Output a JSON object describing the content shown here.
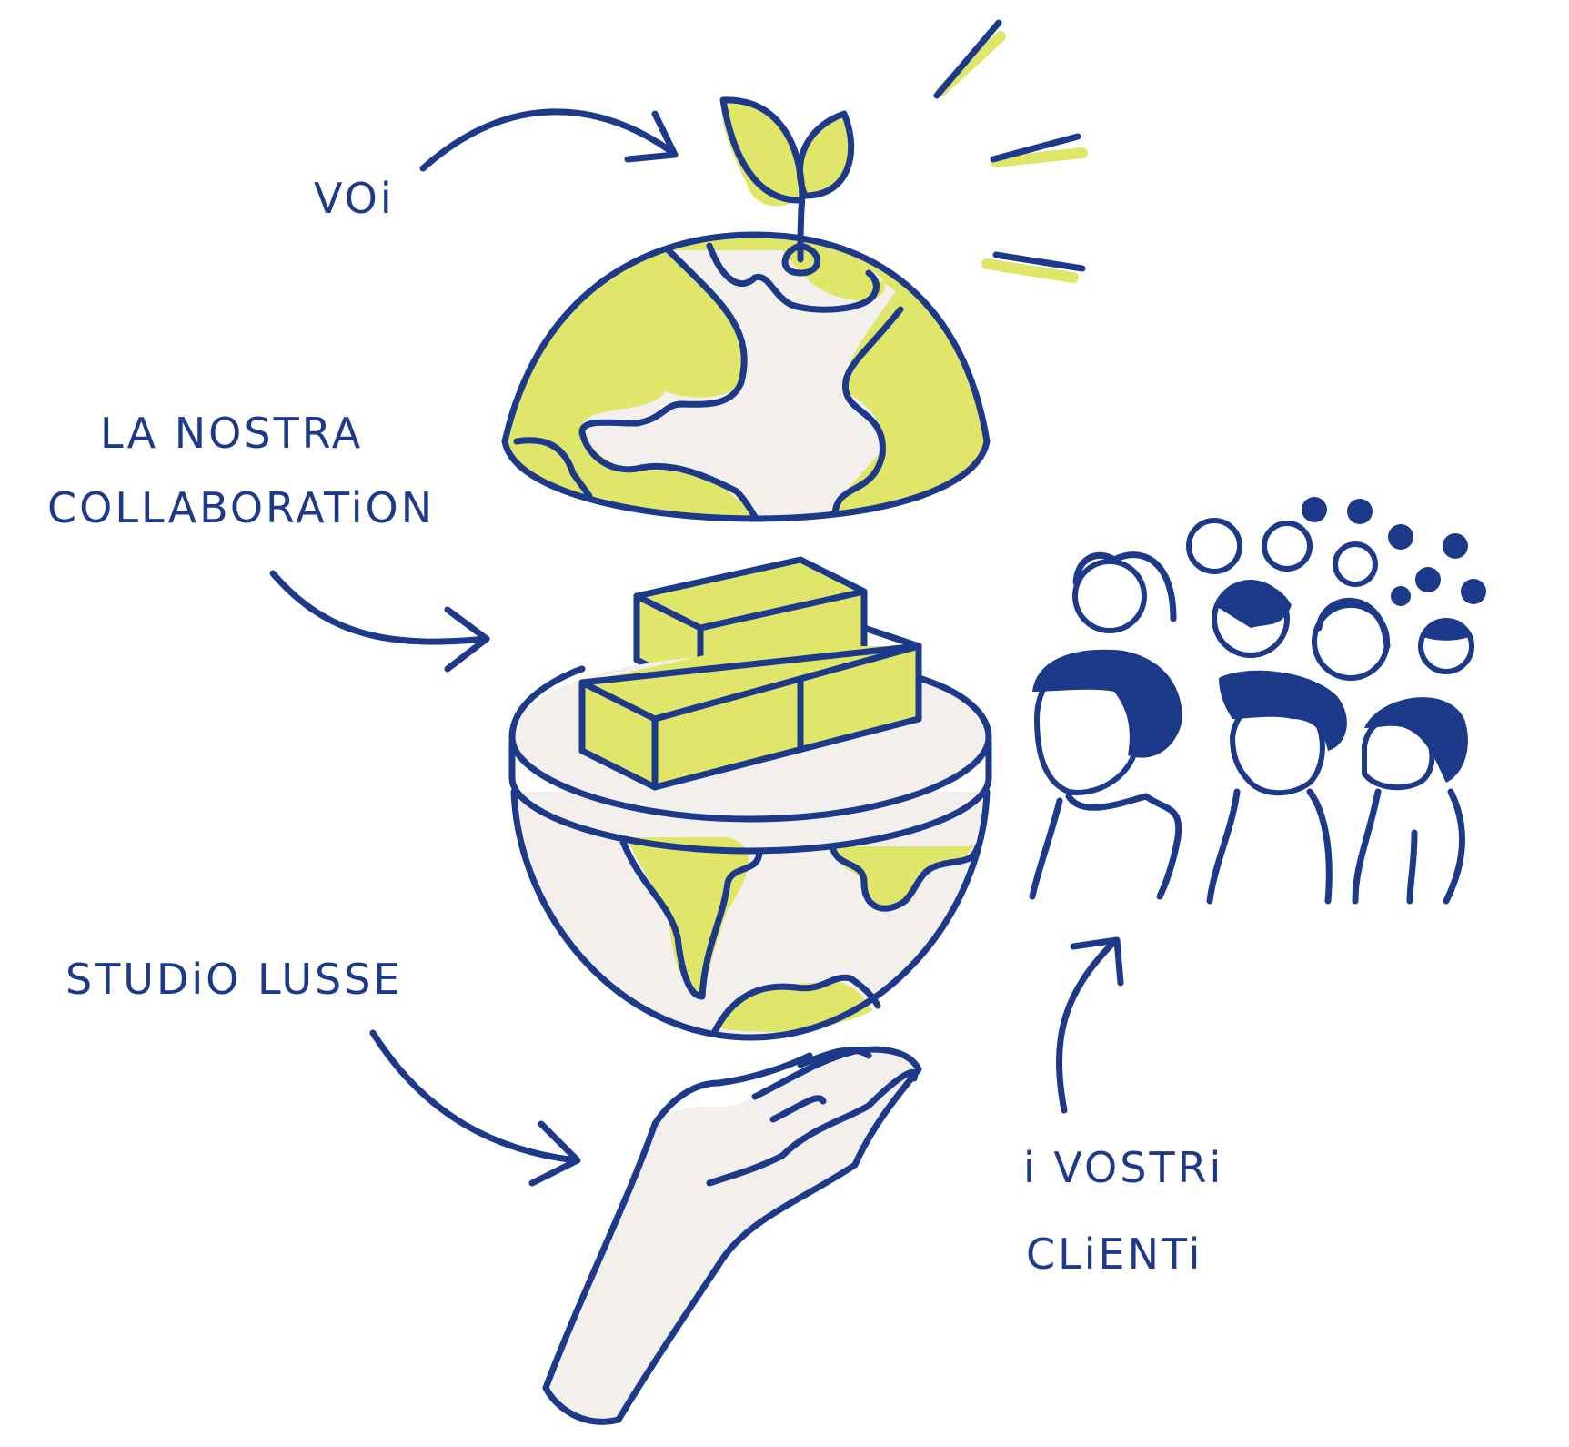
{
  "labels": {
    "voi": "VOi",
    "collab_line1": "LA NOSTRA",
    "collab_line2": "COLLABORATiON",
    "studio": "STUDiO LUSSE",
    "clienti_line1": "i VOSTRi",
    "clienti_line2": "CLiENTi"
  },
  "colors": {
    "ink": "#1d3a8a",
    "green": "#dfe66a",
    "neutral": "#f2efec"
  },
  "icons": [
    "sprout-icon",
    "globe-top-icon",
    "boxes-icon",
    "globe-bottom-icon",
    "hand-icon",
    "people-crowd-icon"
  ]
}
